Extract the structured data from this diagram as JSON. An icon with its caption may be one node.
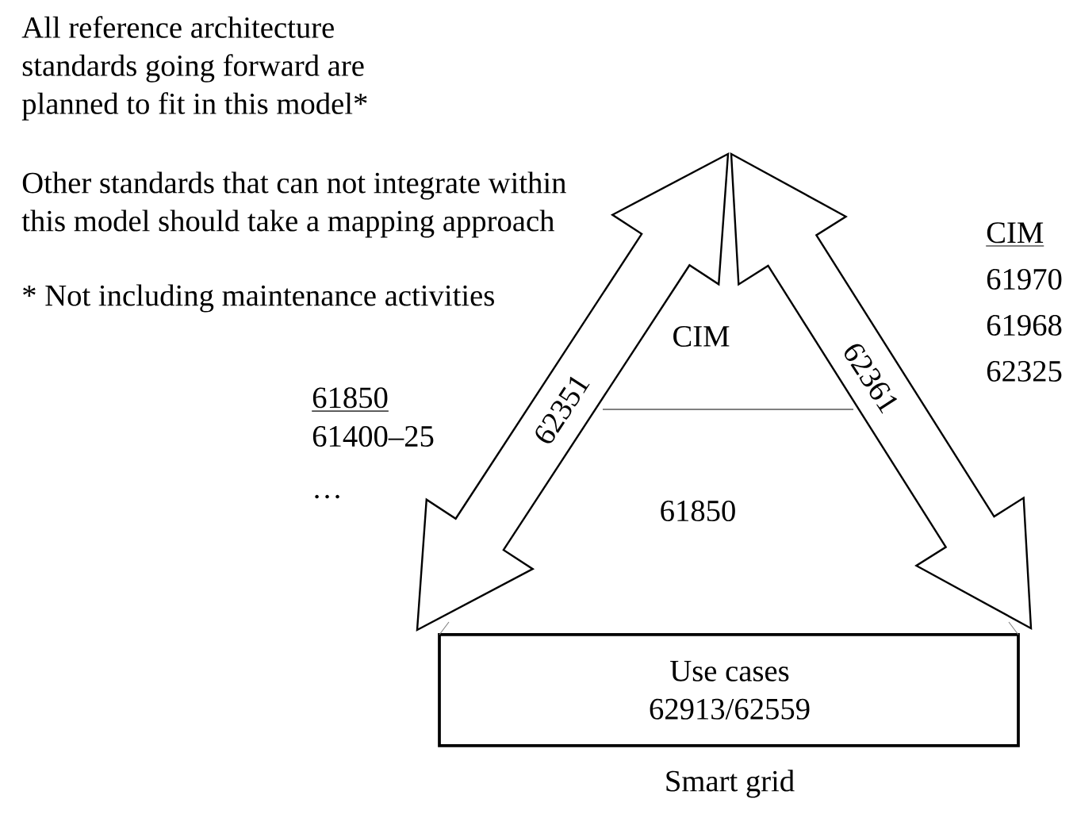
{
  "diagram": {
    "nodes": [
      {
        "text": [
          "CIM"
        ]
      },
      {
        "text": [
          "61850"
        ]
      },
      {
        "text": [
          "Use cases",
          "62913/62559"
        ]
      }
    ],
    "caption": "Smart grid",
    "labels": [
      "All reference architecture standards going forward are planned to fit in this model*",
      "Other standards that can not integrate within this model should take a mapping approach",
      "* Not including maintenance activities",
      "CIM",
      "61970",
      "61968",
      "62325",
      "61850",
      "61400–25",
      "…",
      "62351",
      "62361"
    ]
  }
}
